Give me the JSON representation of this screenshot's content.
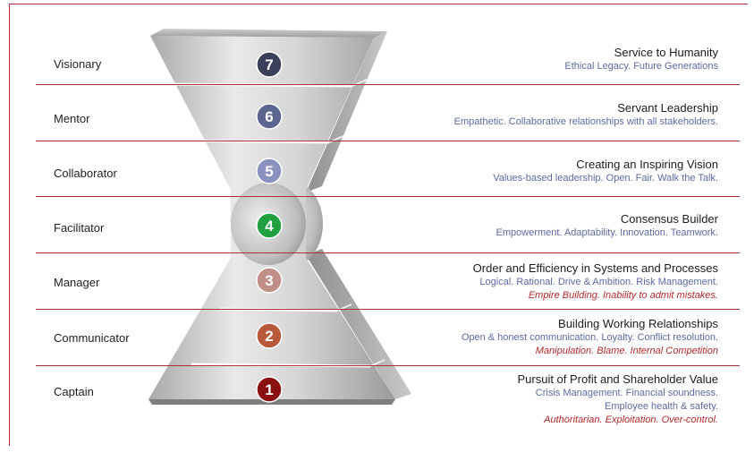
{
  "levels": [
    {
      "number": "7",
      "name": "Visionary",
      "title": "Service to Humanity",
      "desc": [
        "Ethical Legacy. Future Generations"
      ],
      "neg": [],
      "badge_color": "#3a3f5a"
    },
    {
      "number": "6",
      "name": "Mentor",
      "title": "Servant Leadership",
      "desc": [
        "Empathetic. Collaborative relationships with all stakeholders."
      ],
      "neg": [],
      "badge_color": "#5a6690"
    },
    {
      "number": "5",
      "name": "Collaborator",
      "title": "Creating an Inspiring Vision",
      "desc": [
        "Values-based leadership. Open. Fair. Walk the Talk."
      ],
      "neg": [],
      "badge_color": "#8a92c0"
    },
    {
      "number": "4",
      "name": "Facilitator",
      "title": "Consensus Builder",
      "desc": [
        "Empowerment. Adaptability. Innovation. Teamwork."
      ],
      "neg": [],
      "badge_color": "#20a040"
    },
    {
      "number": "3",
      "name": "Manager",
      "title": "Order and Efficiency in Systems and Processes",
      "desc": [
        "Logical. Rational. Drive & Ambition. Risk Management."
      ],
      "neg": [
        "Empire Building. Inability to admit mistakes."
      ],
      "badge_color": "#c09088"
    },
    {
      "number": "2",
      "name": "Communicator",
      "title": "Building Working Relationships",
      "desc": [
        "Open & honest communication. Loyalty. Conflict resolution."
      ],
      "neg": [
        "Manipulation. Blame. Internal Competition"
      ],
      "badge_color": "#b85a3a"
    },
    {
      "number": "1",
      "name": "Captain",
      "title": "Pursuit of Profit and Shareholder Value",
      "desc": [
        "Crisis Management. Financial soundness.",
        "Employee health & safety."
      ],
      "neg": [
        "Authoritarian. Exploitation. Over-control."
      ],
      "badge_color": "#8a1010"
    }
  ]
}
